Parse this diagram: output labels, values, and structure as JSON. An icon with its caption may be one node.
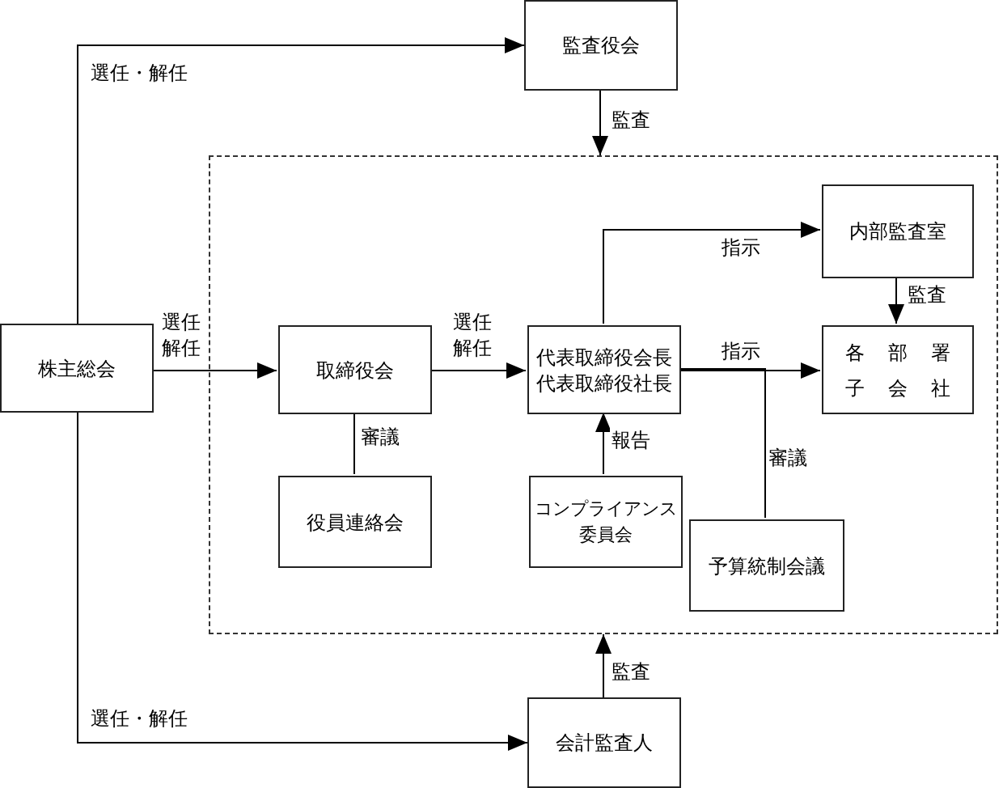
{
  "diagram": {
    "nodes": [
      {
        "text": [
          "株主総会"
        ]
      },
      {
        "text": [
          "監査役会"
        ]
      },
      {
        "text": [],
        "shape": "box"
      },
      {
        "text": [
          "取締役会"
        ],
        "in": 2
      },
      {
        "text": [
          "代表取締役会長",
          "代表取締役社長"
        ],
        "in": 2
      },
      {
        "text": [
          "内部監査室"
        ],
        "in": 2
      },
      {
        "text": [
          "各部署",
          "子会社"
        ],
        "in": 2
      },
      {
        "text": [
          "役員連絡会"
        ],
        "in": 2
      },
      {
        "text": [
          "コンプライアンス委員会"
        ],
        "in": 2
      },
      {
        "text": [
          "予算統制会議"
        ],
        "in": 2
      },
      {
        "text": [
          "会計監査人"
        ]
      }
    ],
    "edges": [
      {
        "from": 0,
        "to": 1,
        "arrow": "to",
        "label": "選任・解任"
      },
      {
        "from": 1,
        "to": 2,
        "arrow": "to",
        "label": "監査"
      },
      {
        "from": 0,
        "to": 3,
        "arrow": "to",
        "label": "選任解任"
      },
      {
        "from": 3,
        "to": 4,
        "arrow": "to",
        "label": "選任解任"
      },
      {
        "from": 4,
        "to": 5,
        "arrow": "to",
        "label": "指示"
      },
      {
        "from": 4,
        "to": 6,
        "arrow": "to",
        "label": "指示"
      },
      {
        "from": 5,
        "to": 6,
        "arrow": "to",
        "label": "監査"
      },
      {
        "from": 7,
        "to": 3,
        "arrow": "none",
        "label": "審議"
      },
      {
        "from": 8,
        "to": 4,
        "arrow": "to",
        "label": "報告"
      },
      {
        "from": 9,
        "to": 4,
        "arrow": "none",
        "label": "審議"
      },
      {
        "from": 10,
        "to": 2,
        "arrow": "to",
        "label": "監査"
      },
      {
        "from": 0,
        "to": 10,
        "arrow": "to",
        "label": "選任・解任"
      }
    ]
  }
}
